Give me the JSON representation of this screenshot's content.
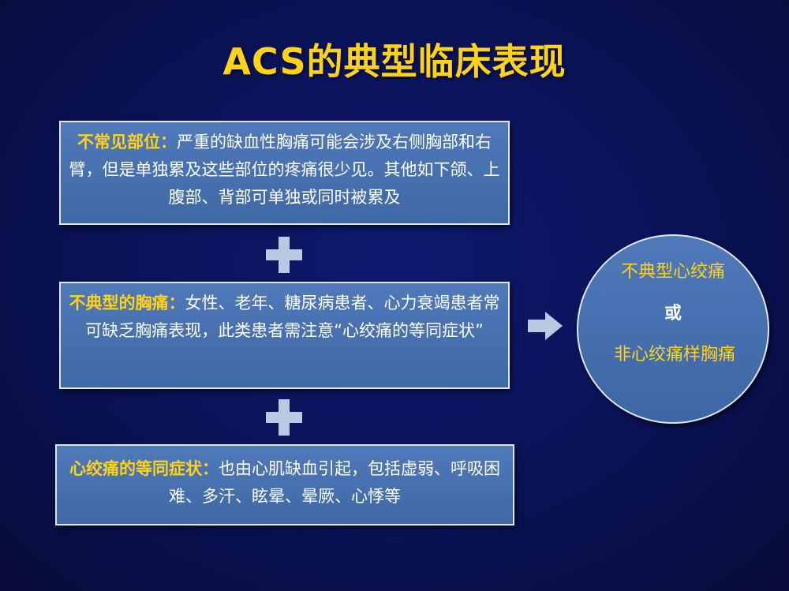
{
  "title": "ACS的典型临床表现",
  "box1": {
    "label": "不常见部位：",
    "text": "严重的缺血性胸痛可能会涉及右侧胸部和右臂，但是单独累及这些部位的疼痛很少见。其他如下颌、上腹部、背部可单独或同时被累及"
  },
  "box2": {
    "label": "不典型的胸痛：",
    "text": "女性、老年、糖尿病患者、心力衰竭患者常可缺乏胸痛表现，此类患者需注意“心绞痛的等同症状”"
  },
  "box3": {
    "label": "心绞痛的等同症状：",
    "text": "也由心肌缺血引起，包括虚弱、呼吸困难、多汗、眩晕、晕厥、心悸等"
  },
  "circle": {
    "line1": "不典型心绞痛",
    "or": "或",
    "line2": "非心绞痛样胸痛"
  },
  "colors": {
    "background": "#0a1255",
    "highlight": "#ffd21a",
    "box": "#4a74b3",
    "connector": "#b9c9e2"
  },
  "icons": {
    "plus": "plus-icon",
    "arrow": "arrow-right-icon"
  }
}
